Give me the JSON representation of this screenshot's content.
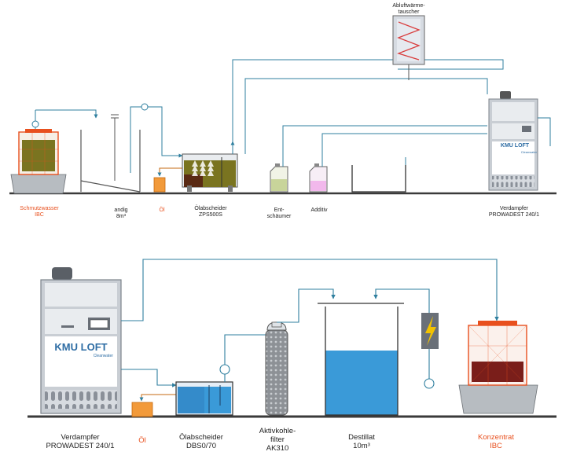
{
  "top": {
    "abluft": "Abluftwärme-\ntauscher",
    "schmutzwasser": "Schmutzwasser\nIBC",
    "andig": "andig\n8m³",
    "oel": "Öl",
    "oelabscheider": "Ölabscheider\nZPS500S",
    "entschaeumer": "Ent-\nschäumer",
    "additiv": "Additiv",
    "verdampfer": "Verdampfer\nPROWADEST 240/1",
    "brand": "KMU LOFT",
    "brand_sub": "Cleanwater"
  },
  "bottom": {
    "verdampfer": "Verdampfer\nPROWADEST 240/1",
    "oel": "Öl",
    "oelabscheider": "Ölabscheider\nDBS0/70",
    "aktivkohle": "Aktivkohle-\nfilter\nAK310",
    "destillat": "Destillat\n10m³",
    "konzentrat": "Konzentrat\nIBC",
    "brand": "KMU LOFT",
    "brand_sub": "Cleanwater"
  },
  "colors": {
    "pipe": "#2f7f9f",
    "ground": "#3a3a3a",
    "machine_body": "#c9ced4",
    "ibc_frame": "#e8501e",
    "sludge": "#7a7420",
    "oil": "#f29a3a",
    "water": "#3a9ad8",
    "concentrate": "#7a1e1a",
    "additive": "#f2b8ec",
    "defoamer": "#c8d49a",
    "brand_blue": "#2e6da4",
    "electric": "#f2c200"
  }
}
